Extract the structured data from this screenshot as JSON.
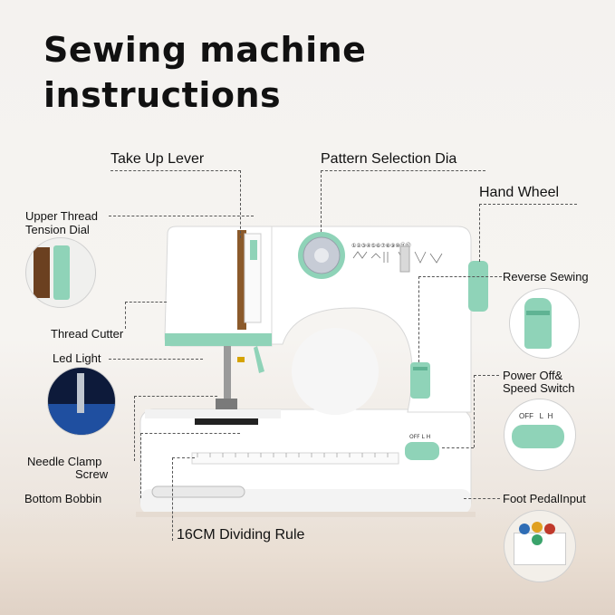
{
  "title": {
    "line1": "Sewing machine",
    "line2": "instructions"
  },
  "labels": {
    "take_up_lever": "Take Up Lever",
    "pattern_dial": "Pattern Selection Dia",
    "hand_wheel": "Hand Wheel",
    "upper_thread_1": "Upper Thread",
    "upper_thread_2": "Tension Dial",
    "reverse_sewing": "Reverse Sewing",
    "thread_cutter": "Thread Cutter",
    "led_light": "Led Light",
    "power_1": "Power Off&",
    "power_2": "Speed Switch",
    "needle_clamp_1": "Needle Clamp",
    "needle_clamp_2": "Screw",
    "bottom_bobbin": "Bottom Bobbin",
    "foot_pedal": "Foot PedalInput",
    "dividing_rule": "16CM Dividing Rule"
  },
  "switch": {
    "off": "OFF",
    "l": "L",
    "h": "H"
  },
  "dial_numbers": [
    "1",
    "2",
    "3",
    "4",
    "5",
    "6",
    "7",
    "8",
    "9",
    "10",
    "11",
    "12"
  ],
  "colors": {
    "accent": "#8fd3b8",
    "body": "#ffffff",
    "text": "#111111"
  }
}
